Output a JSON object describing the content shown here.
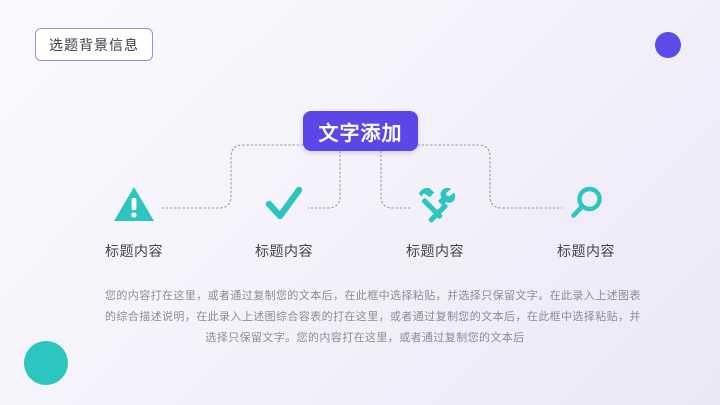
{
  "slide": {
    "title_badge": {
      "label": "选题背景信息"
    },
    "center_button": {
      "label": "文字添加"
    },
    "nodes": [
      {
        "icon": "warning-triangle-icon",
        "label": "标题内容"
      },
      {
        "icon": "check-mark-icon",
        "label": "标题内容"
      },
      {
        "icon": "tools-hammer-wrench-icon",
        "label": "标题内容"
      },
      {
        "icon": "magnifier-search-icon",
        "label": "标题内容"
      }
    ],
    "paragraph": {
      "line1": "您的内容打在这里，或者通过复制您的文本后，在此框中选择粘贴，并选择只保留文字。在此录入上述图表",
      "line2": "的综合描述说明，在此录入上述图综合容表的打在这里，或者通过复制您的文本后，在此框中选择粘贴，并",
      "line3": "选择只保留文字。您的内容打在这里，或者通过复制您的文本后"
    },
    "decorations": {
      "purple_circle_color": "#5B4BE8",
      "teal_circle_color": "#2CC5BF"
    },
    "colors": {
      "accent_purple": "#5B47E8",
      "accent_teal": "#2CC5BF",
      "text_dark": "#3B3B46",
      "text_muted": "#8C8C99",
      "connector": "#9A9AA8"
    }
  }
}
